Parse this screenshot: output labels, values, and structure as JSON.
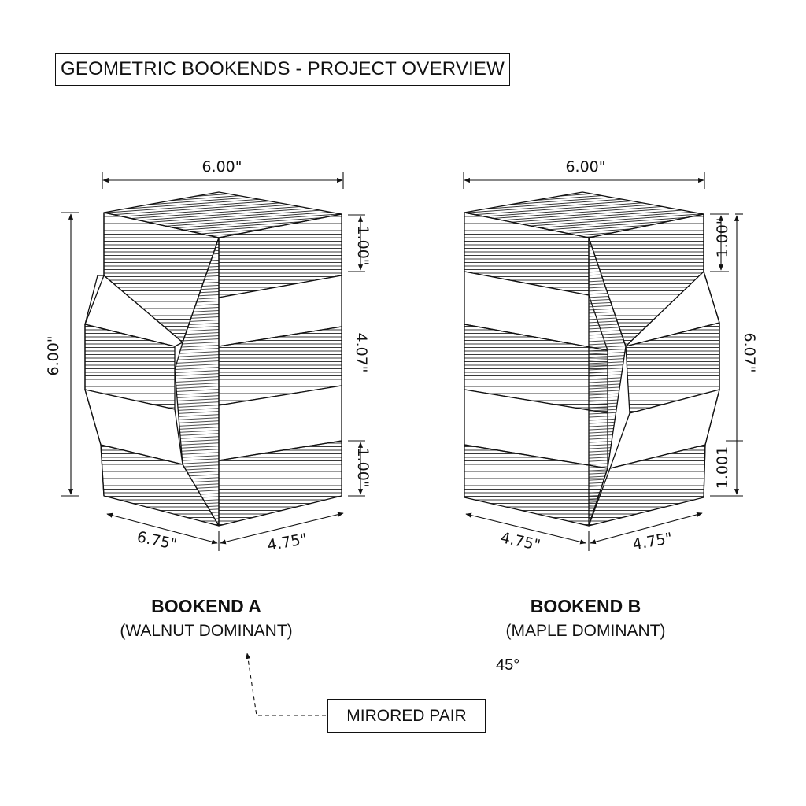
{
  "title": "GEOMETRIC BOOKENDS - PROJECT OVERVIEW",
  "bookends": [
    {
      "name": "BOOKEND A",
      "material": "(WALNUT DOMINANT)",
      "dims": {
        "top_width": "6.00\"",
        "height": "6.00\"",
        "band_top": "1.00\"",
        "band_mid": "4.07\"",
        "band_bottom": "1.00\"",
        "base_left": "6.75\"",
        "base_right": "4.75\""
      }
    },
    {
      "name": "BOOKEND B",
      "material": "(MAPLE DOMINANT)",
      "dims": {
        "top_width": "6.00\"",
        "band_top": "1.00\"",
        "band_mid": "6.07\"",
        "band_bottom": "1.001",
        "base_left": "4.75\"",
        "base_right": "4.75\""
      }
    }
  ],
  "angle_label": "45°",
  "mirrored_label": "MIRORED PAIR",
  "colors": {
    "ink": "#111111",
    "paper": "#ffffff"
  }
}
